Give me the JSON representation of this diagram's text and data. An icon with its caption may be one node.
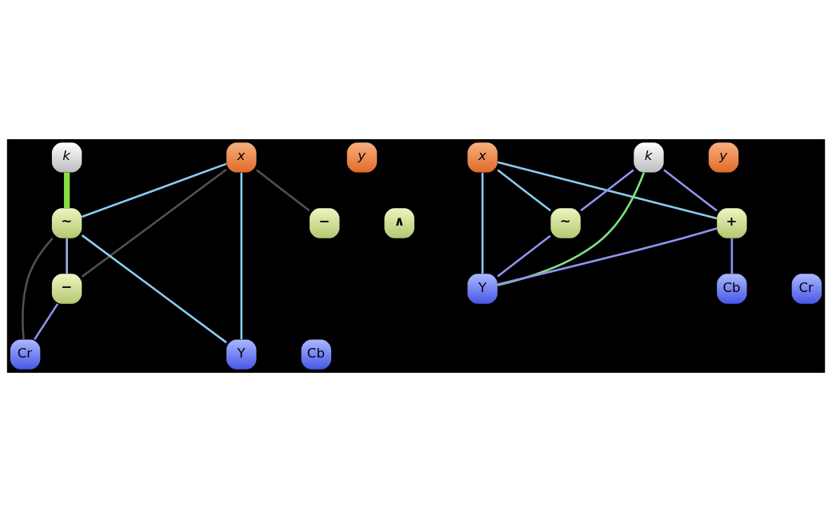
{
  "diagram": {
    "nodes": [
      {
        "text": [
          "y"
        ]
      },
      {
        "text": [
          "x"
        ]
      },
      {
        "text": [
          "k"
        ]
      },
      {
        "text": [
          "~"
        ]
      },
      {
        "text": [
          "∧"
        ]
      },
      {
        "text": [
          "−"
        ]
      },
      {
        "text": [
          "−"
        ]
      },
      {
        "text": [
          "Y"
        ]
      },
      {
        "text": [
          "Cr"
        ]
      },
      {
        "text": [
          "Cb"
        ]
      },
      {
        "text": [
          "y"
        ]
      },
      {
        "text": [
          "x"
        ]
      },
      {
        "text": [
          "k"
        ]
      },
      {
        "text": [
          "~"
        ]
      },
      {
        "text": [
          "+"
        ]
      },
      {
        "text": [
          "Y"
        ]
      },
      {
        "text": [
          "Cr"
        ]
      },
      {
        "text": [
          "Cb"
        ]
      }
    ],
    "edges": [
      {
        "from": 1,
        "to": 3,
        "arrow": "none",
        "color": "#8ccbf0"
      },
      {
        "from": 1,
        "to": 7,
        "arrow": "none",
        "color": "#8ccbf0"
      },
      {
        "from": 1,
        "to": 5,
        "arrow": "none",
        "color": "#505050"
      },
      {
        "from": 1,
        "to": 6,
        "arrow": "none",
        "color": "#505050"
      },
      {
        "from": 2,
        "to": 3,
        "arrow": "none",
        "style": "thick",
        "color": "#88e040"
      },
      {
        "from": 3,
        "to": 7,
        "arrow": "none",
        "color": "#8ccbf0"
      },
      {
        "from": 3,
        "to": 6,
        "arrow": "none",
        "color": "#a4b4f4"
      },
      {
        "from": 3,
        "to": 8,
        "arrow": "none",
        "color": "#505050"
      },
      {
        "from": 6,
        "to": 8,
        "arrow": "none"
      },
      {
        "from": 11,
        "to": 15,
        "arrow": "none",
        "color": "#8ccbf0"
      },
      {
        "from": 11,
        "to": 13,
        "arrow": "none",
        "color": "#8ccbf0"
      },
      {
        "from": 11,
        "to": 14,
        "arrow": "none",
        "color": "#8ccbf0"
      },
      {
        "from": 12,
        "to": 13,
        "arrow": "none"
      },
      {
        "from": 12,
        "to": 15,
        "arrow": "none",
        "color": "#80e080"
      },
      {
        "from": 12,
        "to": 14,
        "arrow": "none"
      },
      {
        "from": 13,
        "to": 15,
        "arrow": "none"
      },
      {
        "from": 14,
        "to": 15,
        "arrow": "none"
      },
      {
        "from": 14,
        "to": 17,
        "arrow": "none"
      }
    ]
  }
}
